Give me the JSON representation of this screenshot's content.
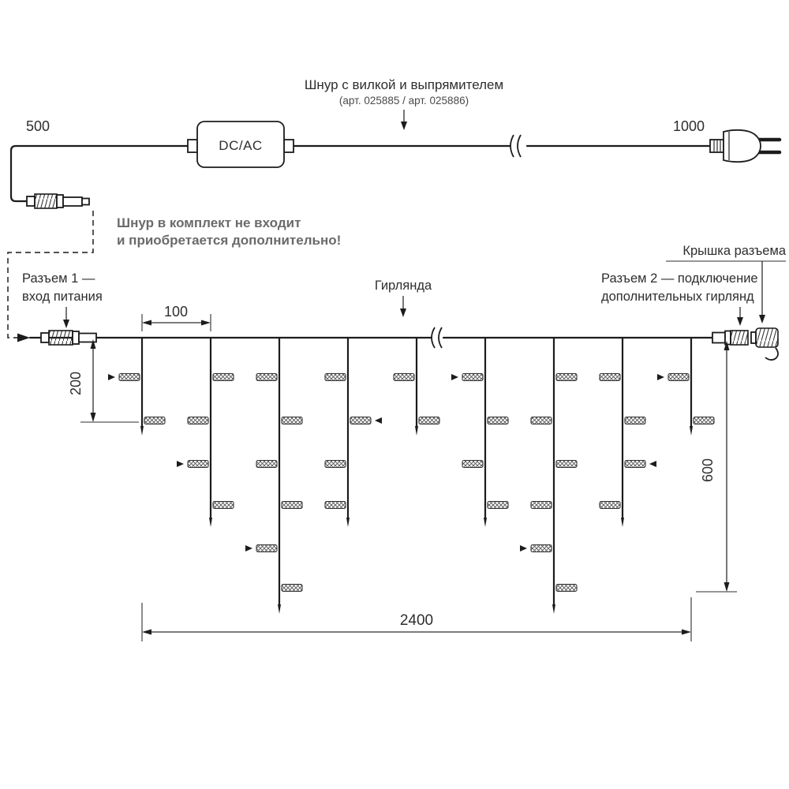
{
  "colors": {
    "line": "#1c1c1c",
    "text": "#2e2e2e",
    "note_text": "#6a6a6a",
    "background": "#ffffff"
  },
  "top": {
    "cord_label": "Шнур с вилкой и выпрямителем",
    "cord_sublabel": "(арт. 025885 / арт. 025886)",
    "dim_left": "500",
    "dim_right": "1000",
    "adapter_label": "DC/AC",
    "note_line1": "Шнур в комплект не входит",
    "note_line2": "и приобретается дополнительно!"
  },
  "bottom": {
    "connector1_line1": "Разъем 1 —",
    "connector1_line2": "вход питания",
    "garland_label": "Гирлянда",
    "cap_label": "Крышка разъема",
    "connector2_line1": "Разъем 2 — подключение",
    "connector2_line2": "дополнительных гирлянд",
    "dim_spacing": "100",
    "dim_drop_short": "200",
    "dim_drop_long": "600",
    "dim_total": "2400"
  }
}
